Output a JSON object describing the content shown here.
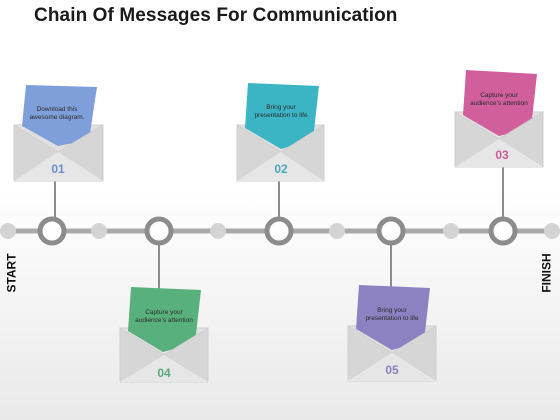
{
  "title": "Chain Of Messages For Communication",
  "start_label": "START",
  "finish_label": "FINISH",
  "colors": {
    "line": "#a9a9a9",
    "ring": "#8c8c8c",
    "dot": "#d4d4d4",
    "envelope": "#e0e0e0",
    "envelope_edge": "#cfcfcf"
  },
  "messages": [
    {
      "number": "01",
      "text": "Download this awesome diagram.",
      "color": "#7f9fda",
      "number_color": "#6d8ccc",
      "side": "top"
    },
    {
      "number": "02",
      "text": "Bring your presentation to life",
      "color": "#3bb5c4",
      "number_color": "#4aa9b6",
      "side": "top"
    },
    {
      "number": "03",
      "text": "Capture your audience’s attention",
      "color": "#d05f9c",
      "number_color": "#c85e97",
      "side": "top"
    },
    {
      "number": "04",
      "text": "Capture your audience’s attention",
      "color": "#58b07d",
      "number_color": "#58a87a",
      "side": "bottom"
    },
    {
      "number": "05",
      "text": "Bring your presentation to life",
      "color": "#8c82c2",
      "number_color": "#8a80bd",
      "side": "bottom"
    }
  ]
}
